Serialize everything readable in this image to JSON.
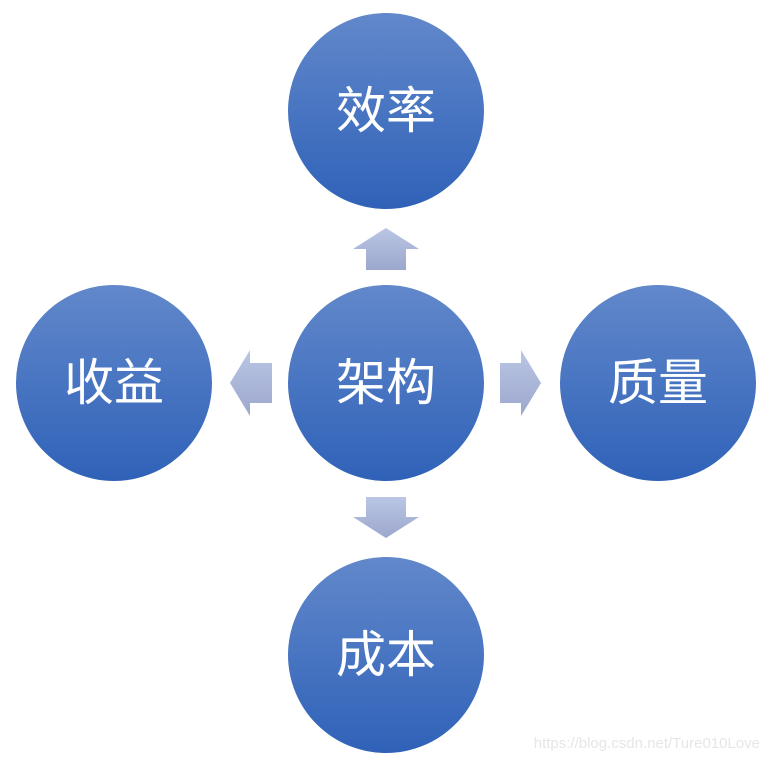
{
  "diagram": {
    "center": "架构",
    "nodes": {
      "top": "效率",
      "left": "收益",
      "right": "质量",
      "bottom": "成本"
    },
    "colors": {
      "circle_top": "#6288cb",
      "circle_bottom": "#2f62b8",
      "arrow_top": "#b7c3e2",
      "arrow_bottom": "#9ea9cf"
    }
  },
  "watermark": "https://blog.csdn.net/Ture010Love"
}
